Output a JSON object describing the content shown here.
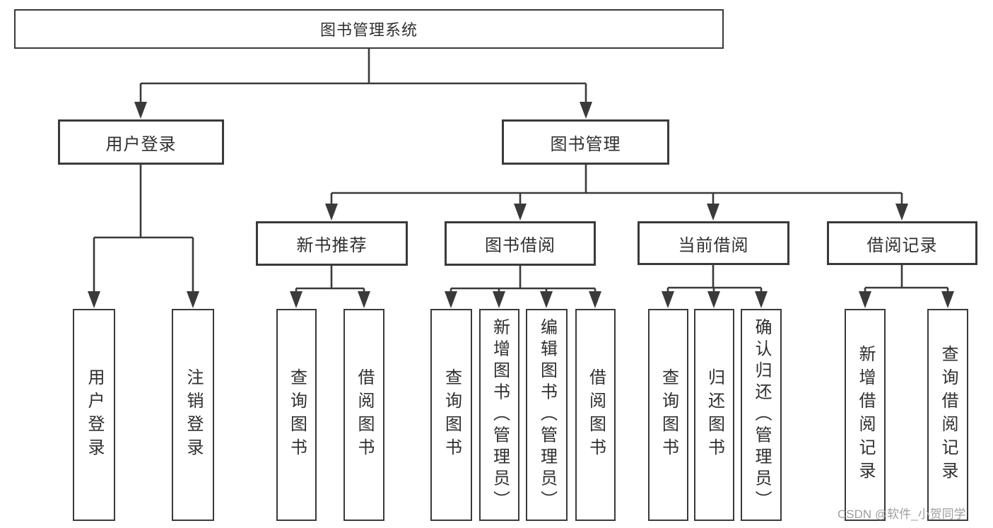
{
  "colors": {
    "line": "#3a3a3a",
    "text": "#2f2f2f",
    "watermark": "#a39d9d",
    "background": "#ffffff"
  },
  "tree": {
    "label": "图书管理系统",
    "children": [
      {
        "label": "用户登录",
        "children": [
          {
            "label": "用户登录"
          },
          {
            "label": "注销登录"
          }
        ]
      },
      {
        "label": "图书管理",
        "children": [
          {
            "label": "新书推荐",
            "children": [
              {
                "label": "查询图书"
              },
              {
                "label": "借阅图书"
              }
            ]
          },
          {
            "label": "图书借阅",
            "children": [
              {
                "label": "查询图书"
              },
              {
                "label": "新增图书（管理员）"
              },
              {
                "label": "编辑图书（管理员）"
              },
              {
                "label": "借阅图书"
              }
            ]
          },
          {
            "label": "当前借阅",
            "children": [
              {
                "label": "查询图书"
              },
              {
                "label": "归还图书"
              },
              {
                "label": "确认归还（管理员）"
              }
            ]
          },
          {
            "label": "借阅记录",
            "children": [
              {
                "label": "新增借阅记录"
              },
              {
                "label": "查询借阅记录"
              }
            ]
          }
        ]
      }
    ]
  },
  "watermark": {
    "text": "CSDN @软件_小贺同学"
  }
}
